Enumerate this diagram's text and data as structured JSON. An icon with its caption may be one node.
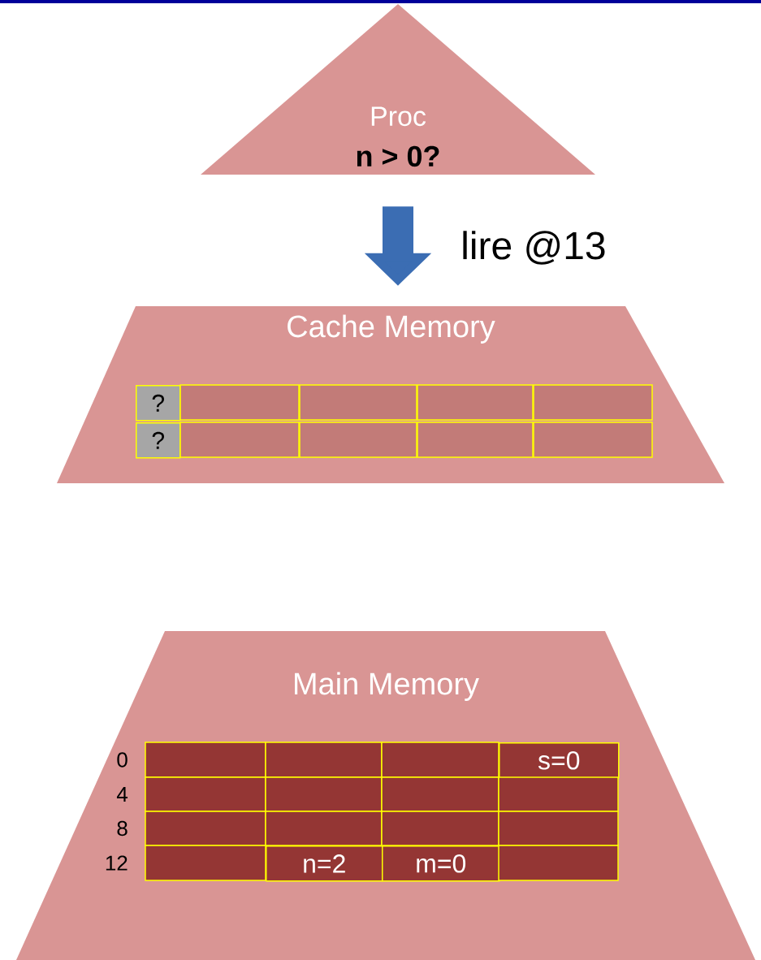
{
  "diagram": {
    "nodes": [
      {
        "text": [
          "Proc",
          "n > 0?"
        ]
      },
      {
        "text": [
          "Cache Memory"
        ]
      },
      {
        "text": [
          "Main Memory"
        ]
      }
    ],
    "edges": [
      {
        "from": 0,
        "to": 1,
        "arrow": "to",
        "label": "lire @13"
      }
    ],
    "labels": [
      "?",
      "?",
      "0",
      "s=0",
      "4",
      "8",
      "12",
      "n=2",
      "m=0"
    ]
  }
}
